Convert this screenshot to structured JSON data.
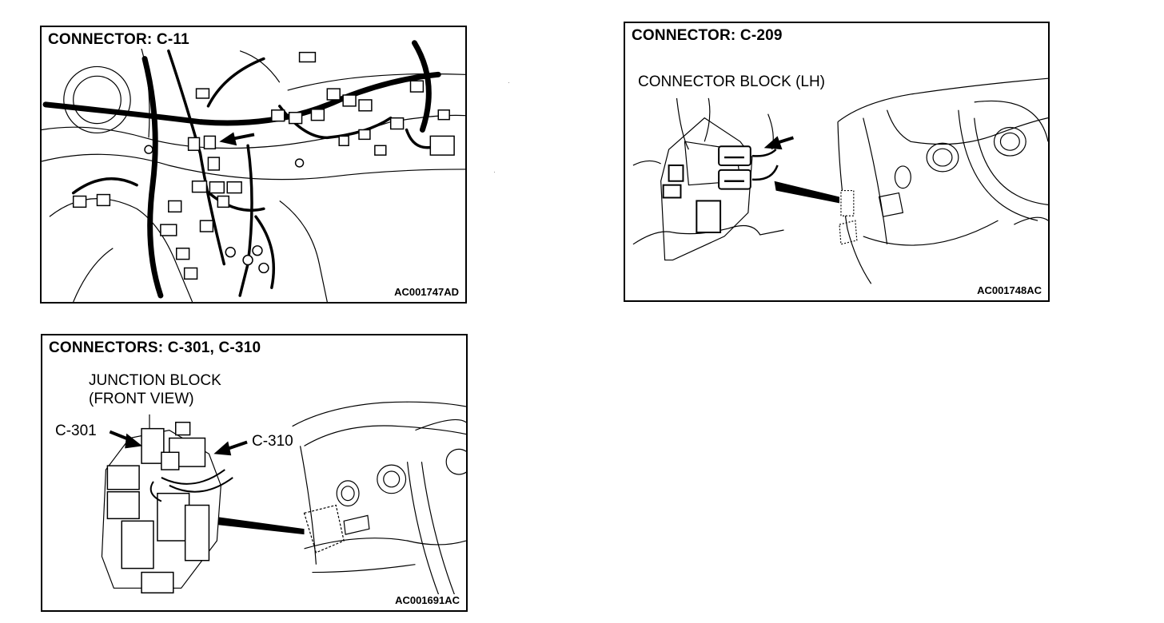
{
  "panels": {
    "c11": {
      "title": "CONNECTOR: C-11",
      "code": "AC001747AD"
    },
    "c209": {
      "title": "CONNECTOR: C-209",
      "label": "CONNECTOR BLOCK (LH)",
      "code": "AC001748AC"
    },
    "c301": {
      "title": "CONNECTORS: C-301, C-310",
      "label_line1": "JUNCTION BLOCK",
      "label_line2": "(FRONT VIEW)",
      "callout_left": "C-301",
      "callout_right": "C-310",
      "code": "AC001691AC"
    }
  }
}
